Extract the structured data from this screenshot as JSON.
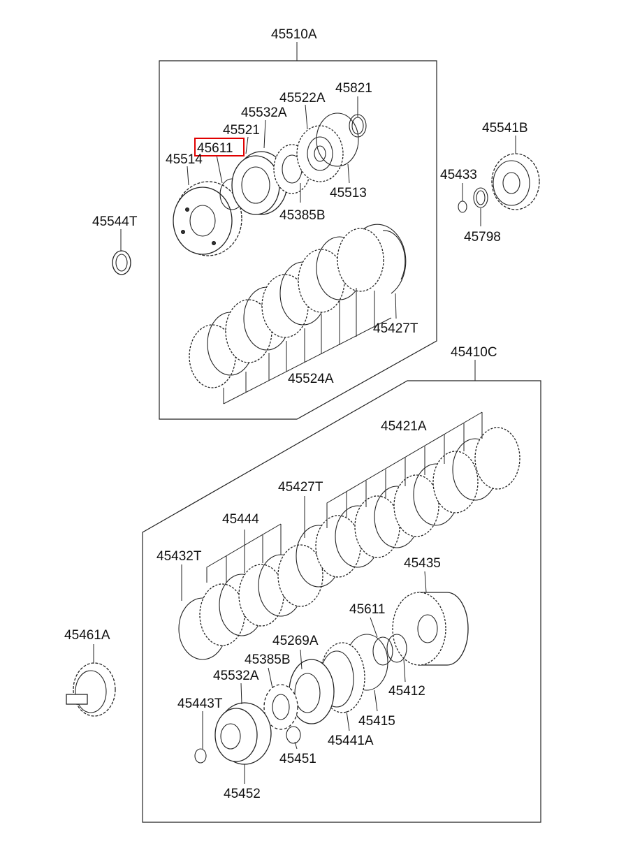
{
  "highlight_color": "#e00000",
  "labels": {
    "l45510A": "45510A",
    "l45522A": "45522A",
    "l45821": "45821",
    "l45532A_top": "45532A",
    "l45521": "45521",
    "l45611_top": "45611",
    "l45514": "45514",
    "l45513": "45513",
    "l45385B_top": "45385B",
    "l45544T": "45544T",
    "l45541B": "45541B",
    "l45433": "45433",
    "l45798": "45798",
    "l45427T_top": "45427T",
    "l45524A": "45524A",
    "l45410C": "45410C",
    "l45421A": "45421A",
    "l45427T_mid": "45427T",
    "l45444": "45444",
    "l45432T": "45432T",
    "l45435": "45435",
    "l45611_bot": "45611",
    "l45269A": "45269A",
    "l45385B_bot": "45385B",
    "l45532A_bot": "45532A",
    "l45461A": "45461A",
    "l45443T": "45443T",
    "l45412": "45412",
    "l45415": "45415",
    "l45441A": "45441A",
    "l45451": "45451",
    "l45452": "45452"
  }
}
